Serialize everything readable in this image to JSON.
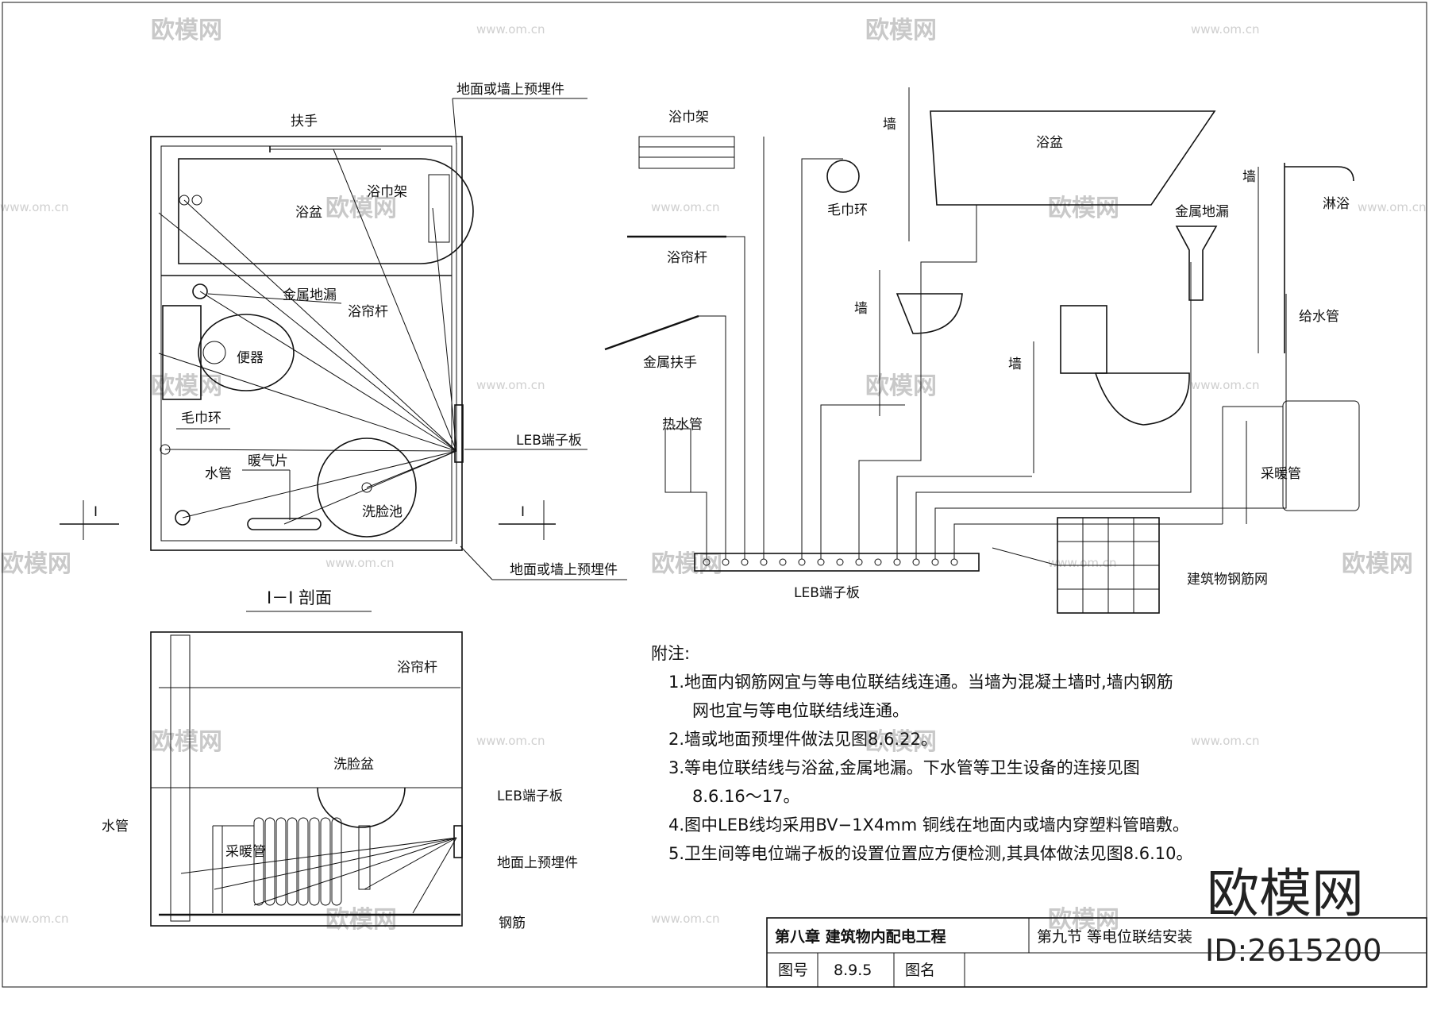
{
  "plan": {
    "handrail": "扶手",
    "wall_embed_top": "地面或墙上预埋件",
    "towel_rack": "浴巾架",
    "bathtub": "浴盆",
    "floor_drain": "金属地漏",
    "curtain_rod": "浴帘杆",
    "toilet": "便器",
    "towel_ring": "毛巾环",
    "leb_board": "LEB端子板",
    "water_pipe": "水管",
    "radiator": "暖气片",
    "washbasin": "洗脸池",
    "wall_embed_bottom": "地面或墙上预埋件",
    "section_mark_left": "I",
    "section_mark_right": "I"
  },
  "section": {
    "title": "I－I 剖面",
    "curtain_rod": "浴帘杆",
    "washbasin": "洗脸盆",
    "leb_board": "LEB端子板",
    "water_pipe": "水管",
    "heating_pipe": "采暖管",
    "floor_embed": "地面上预埋件",
    "rebar": "钢筋"
  },
  "schematic": {
    "towel_rack": "浴巾架",
    "towel_ring": "毛巾环",
    "curtain_rod": "浴帘杆",
    "metal_handrail": "金属扶手",
    "hot_water_pipe": "热水管",
    "wall_1": "墙",
    "bathtub": "浴盆",
    "wall_2": "墙",
    "metal_floor_drain": "金属地漏",
    "wall_3": "墙",
    "wall_4": "墙",
    "shower": "淋浴",
    "water_supply_pipe": "给水管",
    "heating_pipe": "采暖管",
    "building_rebar_mesh": "建筑物钢筋网",
    "leb_board": "LEB端子板"
  },
  "notes": {
    "heading": "附注:",
    "lines": [
      "1.地面内钢筋网宜与等电位联结线连通。当墙为混凝土墙时,墙内钢筋",
      "网也宜与等电位联结线连通。",
      "2.墙或地面预埋件做法见图8.6.22。",
      "3.等电位联结线与浴盆,金属地漏。下水管等卫生设备的连接见图",
      "8.6.16～17。",
      "4.图中LEB线均采用BV−1X4mm  铜线在地面内或墙内穿塑料管暗敷。",
      "5.卫生间等电位端子板的设置位置应方便检测,其具体做法见图8.6.10。"
    ]
  },
  "title_block": {
    "chapter": "第八章    建筑物内配电工程",
    "section": "第九节    等电位联结安装",
    "drawing_no_label": "图号",
    "drawing_no": "8.9.5",
    "drawing_name_label": "图名"
  },
  "watermark": {
    "brand": "欧模网",
    "site": "www.om.cn",
    "id": "ID:2615200"
  }
}
